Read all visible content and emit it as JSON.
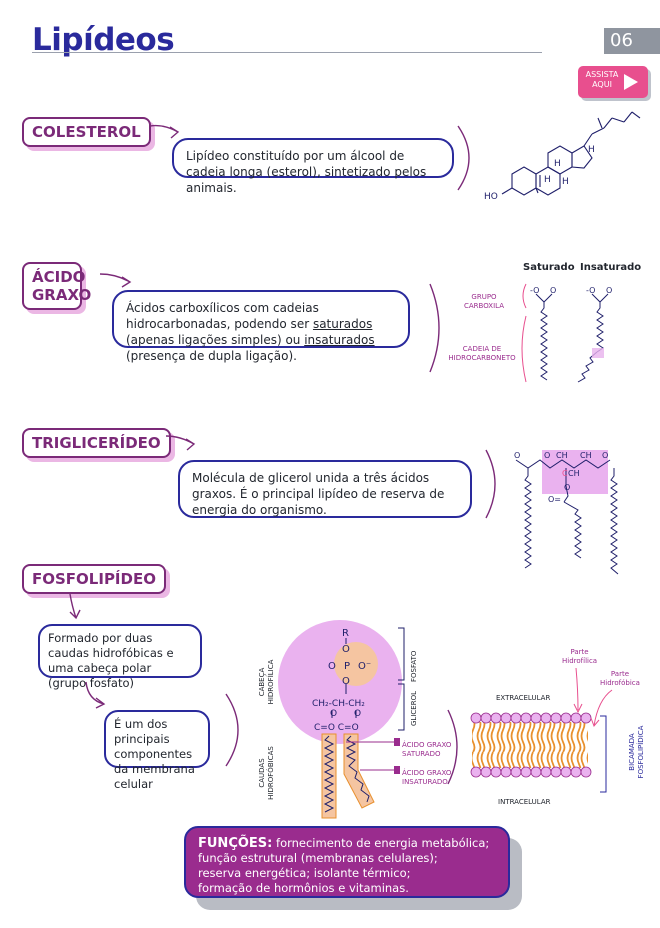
{
  "header": {
    "title": "Lipídeos",
    "page_number": "06",
    "watch_button": "ASSISTA AQUI"
  },
  "colesterol": {
    "tag": "COLESTEROL",
    "description": "Lipídeo constituído por um álcool de cadeia longa (esterol), sintetizado pelos animais.",
    "labels": {
      "ho": "HO",
      "h1": "H",
      "h2": "H",
      "h3": "H",
      "h4": "H"
    }
  },
  "acido_graxo": {
    "tag_line1": "ÁCIDO",
    "tag_line2": "GRAXO",
    "desc_part1": "Ácidos carboxílicos com cadeias hidrocarbonadas, podendo ser ",
    "desc_saturados": "saturados",
    "desc_part2": " (apenas ligações simples) ou ",
    "desc_insaturados": "insaturados",
    "desc_part3": " (presença de dupla ligação).",
    "col_saturado": "Saturado",
    "col_insaturado": "Insaturado",
    "label_grupo_line1": "GRUPO",
    "label_grupo_line2": "CARBOXILA",
    "label_cadeia_line1": "CADEIA DE",
    "label_cadeia_line2": "HIDROCARBONETO",
    "atom_o_minus": "-O",
    "atom_o": "O"
  },
  "triglicerideo": {
    "tag": "TRIGLICERÍDEO",
    "description": "Molécula de glicerol unida a três ácidos graxos. É o principal lipídeo de reserva de energia do organismo.",
    "atoms": {
      "o": "O",
      "c": "C",
      "ch": "CH",
      "h": "H",
      "o_eq": "O="
    }
  },
  "fosfolipideo": {
    "tag": "FOSFOLIPÍDEO",
    "box1": "Formado por duas caudas hidrofóbicas e uma cabeça polar (grupo fosfato)",
    "box2": "É um dos principais componentes da membrana celular",
    "label_cabeca_line1": "CABEÇA",
    "label_cabeca_line2": "HIDROFÍLICA",
    "label_caudas_line1": "CAUDAS",
    "label_caudas_line2": "HIDROFÓBICAS",
    "label_fosfato": "FOSFATO",
    "label_glicerol": "GLICEROL",
    "label_ag_sat_line1": "ÁCIDO GRAXO",
    "label_ag_sat_line2": "SATURADO",
    "label_ag_ins_line1": "ÁCIDO GRAXO",
    "label_ag_ins_line2": "INSATURADO",
    "atom_r": "R",
    "atom_o": "O",
    "atom_p": "P",
    "atom_o_minus": "O⁻",
    "chain_text": "CH₂-CH-CH₂",
    "carbonyl_text": "C=O C=O",
    "membrane_extra": "EXTRACELULAR",
    "membrane_intra": "INTRACELULAR",
    "membrane_hidrofilica_line1": "Parte",
    "membrane_hidrofilica_line2": "Hidrofílica",
    "membrane_hidrofobica_line1": "Parte",
    "membrane_hidrofobica_line2": "Hidrofóbica",
    "membrane_bicamada_line1": "BICAMADA",
    "membrane_bicamada_line2": "FOSFOLIPÍDICA"
  },
  "funcoes": {
    "label": "FUNÇÕES:",
    "text_line1": " fornecimento de energia metabólica;",
    "text_line2": "função estrutural (membranas celulares);",
    "text_line3": "reserva energética; isolante térmico;",
    "text_line4": "formação de hormônios e vitaminas."
  },
  "colors": {
    "title_blue": "#2a2a9c",
    "tag_purple": "#7b2a78",
    "tag_shadow_pink": "#ebb7e4",
    "accent_pink": "#e84f8e",
    "head_pink": "#eab2ef",
    "phosphate_peach": "#f5c5a1",
    "tail_orange": "#e8902e",
    "funcoes_purple": "#9a2c8e"
  }
}
